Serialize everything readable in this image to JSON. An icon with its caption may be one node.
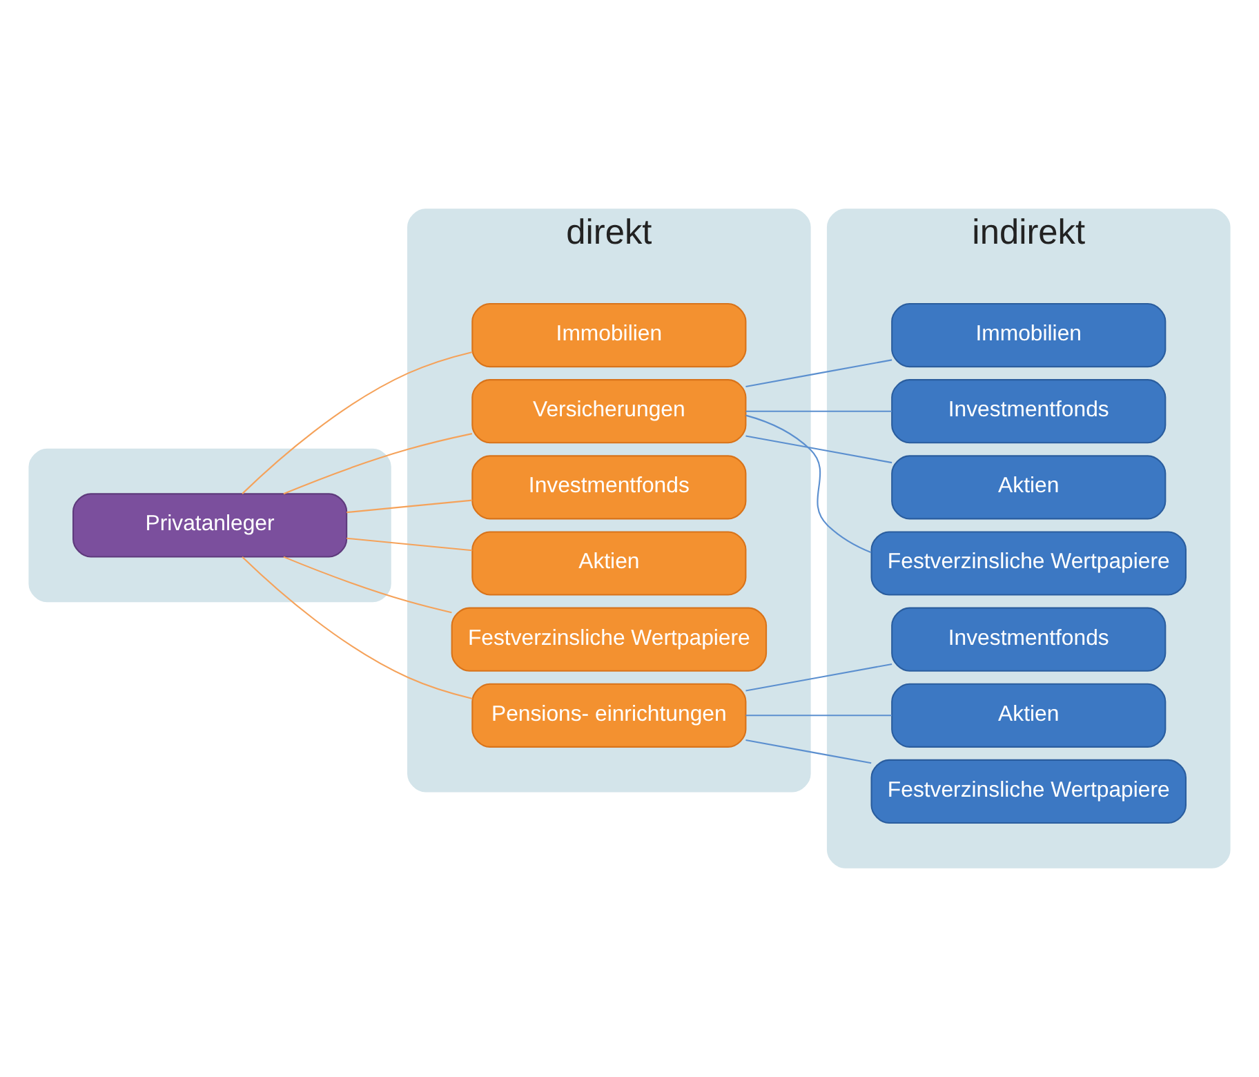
{
  "diagram": {
    "nodes": [
      {
        "text": [],
        "shape": "box"
      },
      {
        "text": [
          "Privatanleger"
        ],
        "in": 0
      },
      {
        "text": [
          "direkt"
        ]
      },
      {
        "text": [
          "Immobilien"
        ],
        "in": 2
      },
      {
        "text": [
          "Versicherungen"
        ],
        "in": 2
      },
      {
        "text": [
          "Investmentfonds"
        ],
        "in": 2
      },
      {
        "text": [
          "Aktien"
        ],
        "in": 2
      },
      {
        "text": [
          "Festverzinsliche Wertpapiere"
        ],
        "in": 2
      },
      {
        "text": [
          "Pensions- einrichtungen"
        ],
        "in": 2
      },
      {
        "text": [
          "indirekt"
        ]
      },
      {
        "text": [
          "Immobilien"
        ],
        "in": 9
      },
      {
        "text": [
          "Investmentfonds"
        ],
        "in": 9
      },
      {
        "text": [
          "Aktien"
        ],
        "in": 9
      },
      {
        "text": [
          "Festverzinsliche Wertpapiere"
        ],
        "in": 9
      },
      {
        "text": [
          "Investmentfonds"
        ],
        "in": 9
      },
      {
        "text": [
          "Aktien"
        ],
        "in": 9
      },
      {
        "text": [
          "Festverzinsliche Wertpapiere"
        ],
        "in": 9
      }
    ],
    "edges": [
      {
        "from": 1,
        "to": 3,
        "arrow": "none",
        "color": "#f5a25a"
      },
      {
        "from": 1,
        "to": 4,
        "arrow": "none",
        "color": "#f5a25a"
      },
      {
        "from": 1,
        "to": 5,
        "arrow": "none",
        "color": "#f5a25a"
      },
      {
        "from": 1,
        "to": 6,
        "arrow": "none",
        "color": "#f5a25a"
      },
      {
        "from": 1,
        "to": 7,
        "arrow": "none",
        "color": "#f5a25a"
      },
      {
        "from": 1,
        "to": 8,
        "arrow": "none",
        "color": "#f5a25a"
      },
      {
        "from": 4,
        "to": 10,
        "arrow": "none"
      },
      {
        "from": 4,
        "to": 11,
        "arrow": "none"
      },
      {
        "from": 4,
        "to": 12,
        "arrow": "none"
      },
      {
        "from": 4,
        "to": 13,
        "arrow": "none"
      },
      {
        "from": 8,
        "to": 14,
        "arrow": "none"
      },
      {
        "from": 8,
        "to": 15,
        "arrow": "none"
      },
      {
        "from": 8,
        "to": 16,
        "arrow": "none"
      }
    ]
  }
}
